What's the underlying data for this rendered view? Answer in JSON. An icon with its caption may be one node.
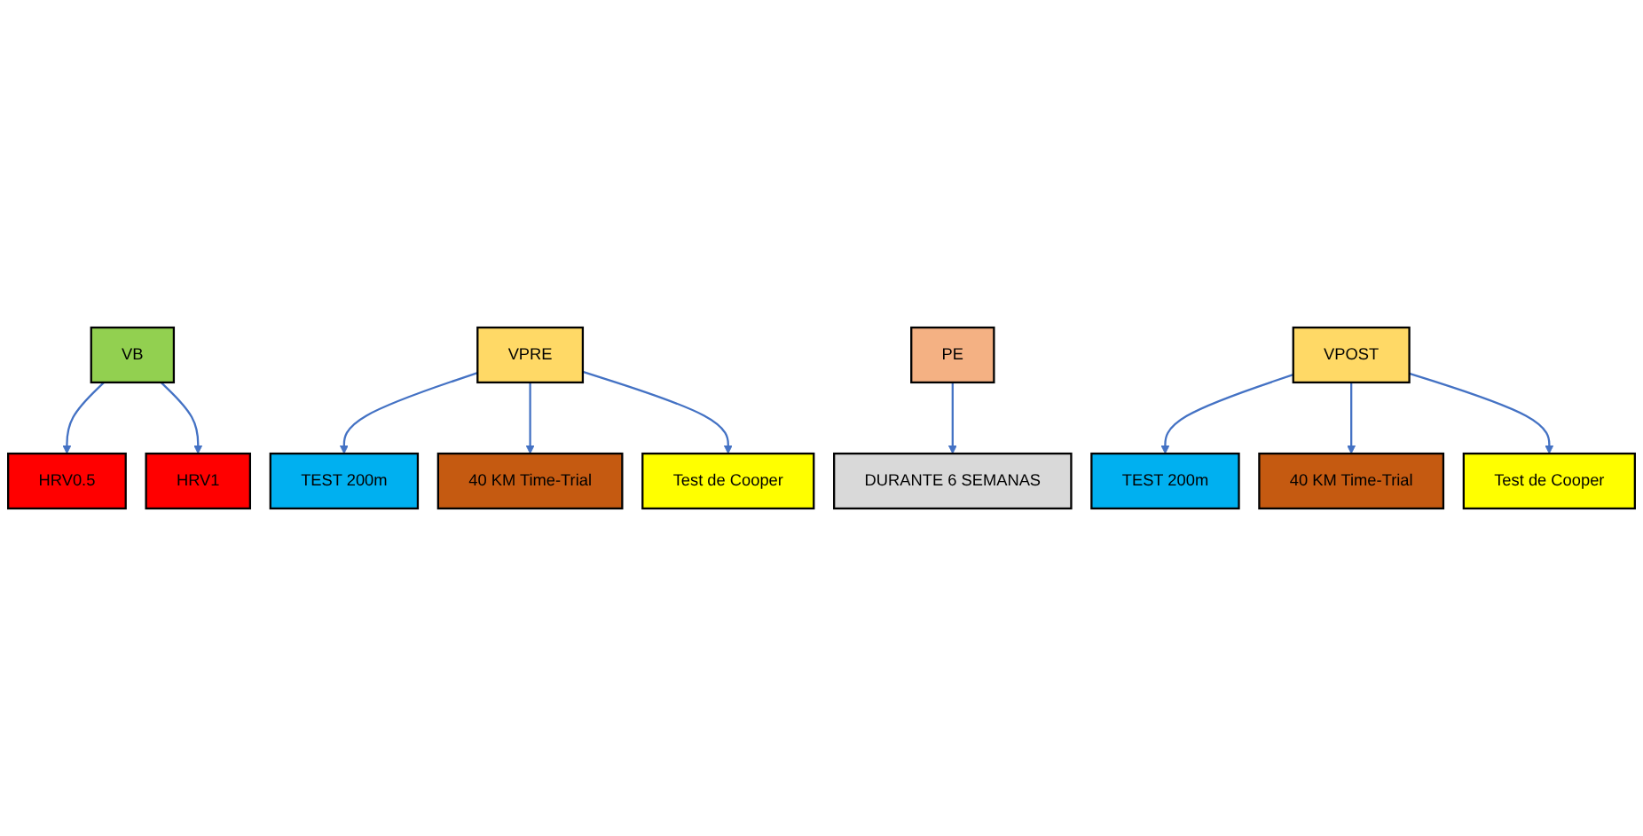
{
  "diagram": {
    "nodes": [
      {
        "text": [
          "HRV0.5"
        ]
      },
      {
        "text": [
          "HRV1"
        ]
      },
      {
        "text": [
          "DURANTE 6 SEMANAS"
        ]
      },
      {
        "text": [
          "VB"
        ]
      },
      {
        "text": [
          "VPRE"
        ]
      },
      {
        "text": [
          "PE"
        ]
      },
      {
        "text": [
          "VPOST"
        ]
      },
      {
        "text": [
          "TEST 200m"
        ]
      },
      {
        "text": [
          "40 KM Time-Trial"
        ]
      },
      {
        "text": [
          "Test de Cooper"
        ]
      },
      {
        "text": [
          "TEST 200m"
        ]
      },
      {
        "text": [
          "40 KM Time-Trial"
        ]
      },
      {
        "text": [
          "Test de Cooper"
        ]
      }
    ],
    "edges": [
      {
        "from": 3,
        "to": 0,
        "arrow": "to"
      },
      {
        "from": 3,
        "to": 1,
        "arrow": "to"
      },
      {
        "from": 5,
        "to": 2,
        "arrow": "to"
      },
      {
        "from": 4,
        "to": 7,
        "arrow": "to"
      },
      {
        "from": 4,
        "to": 8,
        "arrow": "to"
      },
      {
        "from": 4,
        "to": 9,
        "arrow": "to"
      },
      {
        "from": 6,
        "to": 10,
        "arrow": "to"
      },
      {
        "from": 6,
        "to": 11,
        "arrow": "to"
      },
      {
        "from": 6,
        "to": 12,
        "arrow": "to"
      }
    ]
  }
}
